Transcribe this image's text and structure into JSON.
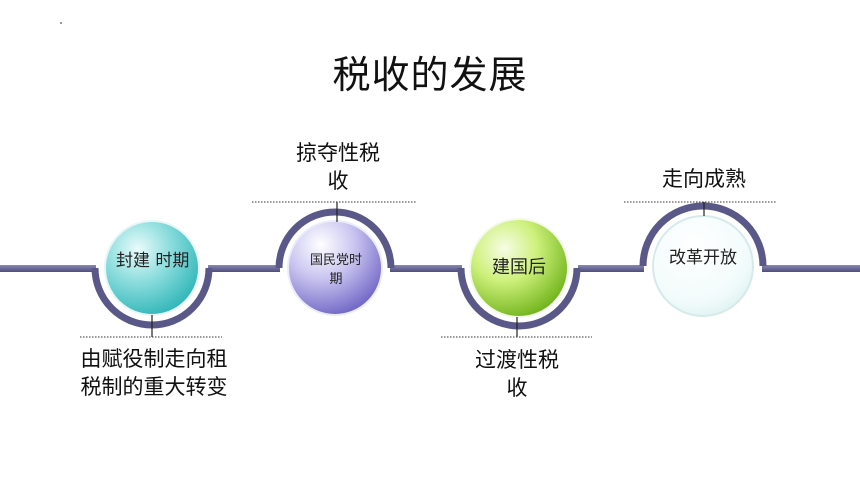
{
  "title": "税收的发展",
  "nodes": [
    {
      "label": "封建 时期",
      "callout": "由赋役制走向租税制的重大转变",
      "color": "teal"
    },
    {
      "label": "国民党时期",
      "callout": "掠夺性税收",
      "color": "purple"
    },
    {
      "label": "建国后",
      "callout": "过渡性税收",
      "color": "green"
    },
    {
      "label": "改革开放",
      "callout": "走向成熟",
      "color": "white"
    }
  ]
}
